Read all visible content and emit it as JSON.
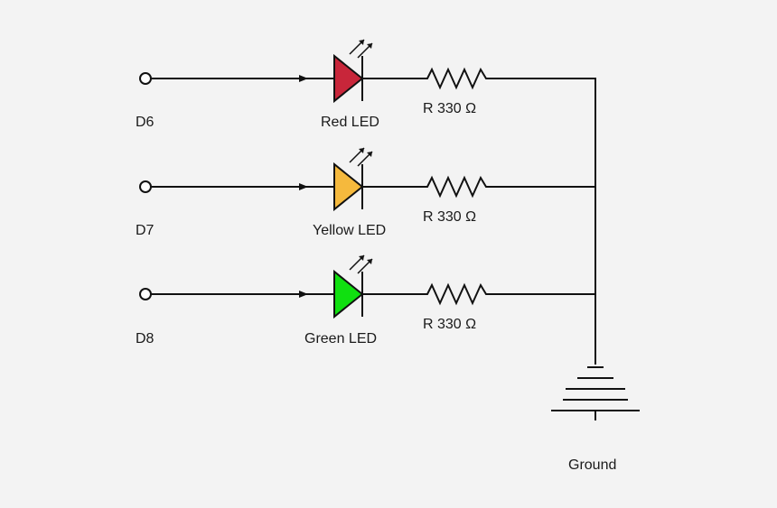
{
  "pins": [
    {
      "label": "D6"
    },
    {
      "label": "D7"
    },
    {
      "label": "D8"
    }
  ],
  "leds": [
    {
      "label": "Red LED",
      "color": "#c8263a"
    },
    {
      "label": "Yellow LED",
      "color": "#f5b93d"
    },
    {
      "label": "Green LED",
      "color": "#10e010"
    }
  ],
  "resistors": [
    {
      "label": "R 330 Ω"
    },
    {
      "label": "R 330 Ω"
    },
    {
      "label": "R 330 Ω"
    }
  ],
  "ground": {
    "label": "Ground"
  }
}
